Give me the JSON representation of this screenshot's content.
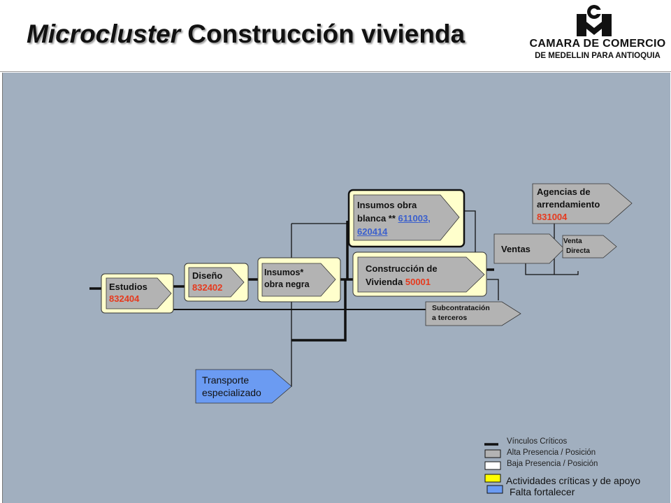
{
  "header": {
    "title_italic": "Microcluster",
    "title_rest": "Construcción vivienda",
    "logo_line1": "CAMARA DE COMERCIO",
    "logo_line2": "DE MEDELLIN PARA ANTIOQUIA"
  },
  "nodes": {
    "estudios": {
      "label": "Estudios",
      "code": "832404"
    },
    "diseno": {
      "label": "Diseño",
      "code": "832402"
    },
    "insumos_negra": {
      "line1": "Insumos*",
      "line2": "obra negra"
    },
    "insumos_blanca": {
      "line1": "Insumos  obra",
      "line2": "blanca **",
      "code1": "611003,",
      "code2": "620414"
    },
    "construccion": {
      "line1": "Construcción de",
      "line2": "Vivienda",
      "code": "50001"
    },
    "ventas": {
      "label": "Ventas"
    },
    "agencias": {
      "line1": "Agencias de",
      "line2": "arrendamiento",
      "code": "831004"
    },
    "venta_directa": {
      "line1": "Venta",
      "line2": "Directa"
    },
    "subcontratacion": {
      "line1": "Subcontratación",
      "line2": "a terceros"
    },
    "transporte": {
      "line1": "Transporte",
      "line2": "especializado"
    }
  },
  "legend": {
    "vinculos": "Vínculos Críticos",
    "alta": "Alta Presencia / Posición",
    "baja": "Baja Presencia / Posición",
    "actividades": "Actividades críticas y de apoyo",
    "falta": "Falta fortalecer"
  },
  "colors": {
    "panel": "#a1afbf",
    "box_fill": "#ffffcc",
    "arrow_gray": "#b3b3b3",
    "legend_yellow": "#ffff00",
    "legend_blue": "#6b9bf2",
    "transport_blue": "#6b9bf2",
    "code_red": "#e63a1e"
  }
}
